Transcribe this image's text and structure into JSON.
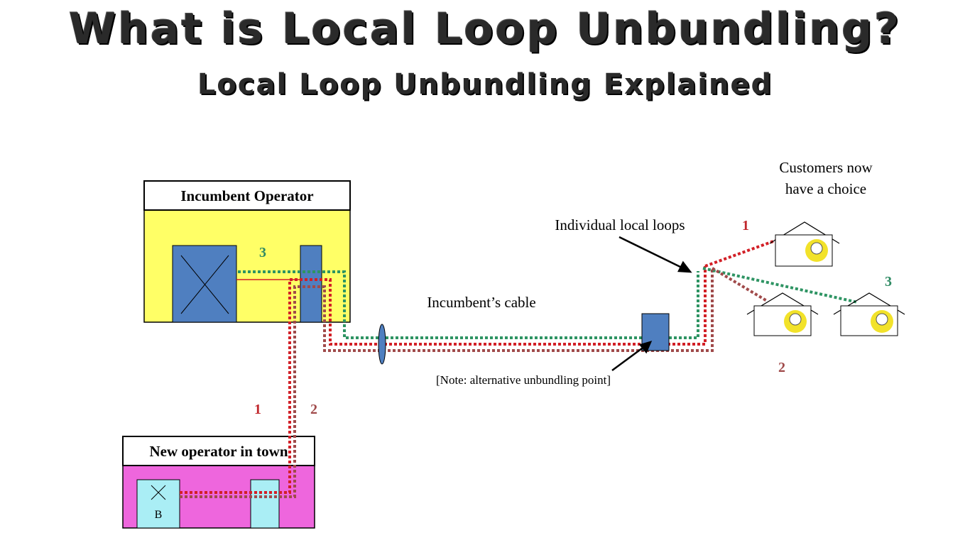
{
  "title": "What is Local Loop Unbundling?",
  "subtitle": "Local Loop Unbundling Explained",
  "incumbent_label": "Incumbent Operator",
  "new_operator_label": "New operator in town",
  "switch_b_label": "B",
  "cable_label": "Incumbent’s cable",
  "loops_label": "Individual local loops",
  "note_label": "[Note: alternative unbundling point]",
  "customers_line1": "Customers now",
  "customers_line2": "have a choice",
  "path_labels": {
    "green_top": "3",
    "red_vertical": "1",
    "brown_vertical": "2",
    "red_customer": "1",
    "green_customer": "3",
    "brown_customer": "2"
  },
  "colors": {
    "incumbent_fill": "#ffff66",
    "new_operator_fill": "#ee66dd",
    "equipment_blue": "#4f7fc0",
    "equipment_light": "#aaeef5",
    "loop_red": "#d21f26",
    "loop_green": "#2e9463",
    "loop_brown": "#a04a4a",
    "label_red": "#c0282d",
    "label_green": "#2e8a63"
  }
}
